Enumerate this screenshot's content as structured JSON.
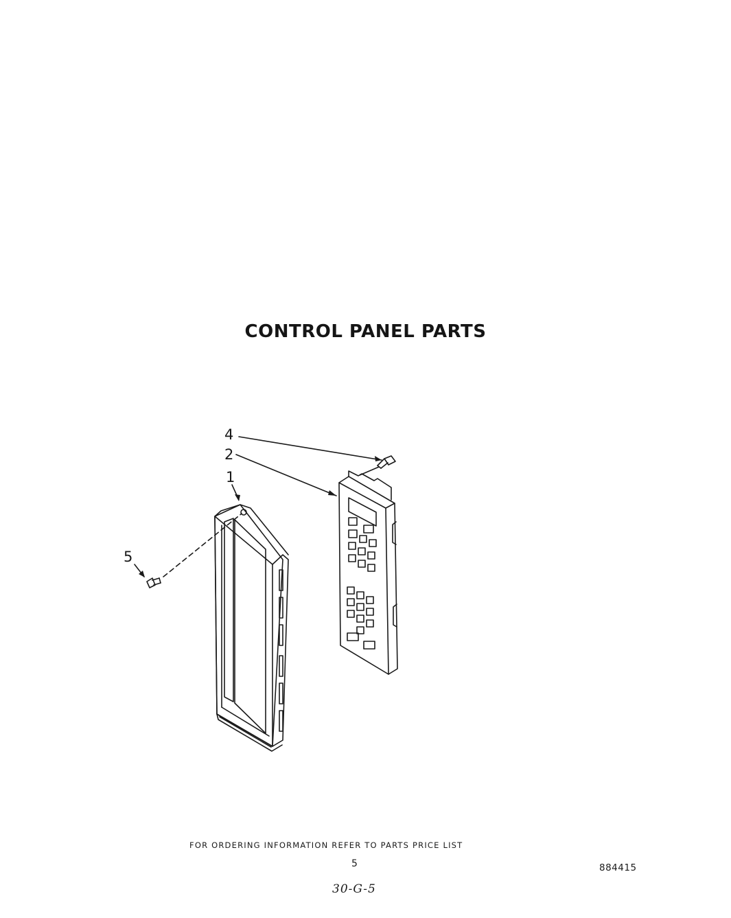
{
  "title": "CONTROL PANEL PARTS",
  "callouts": {
    "part_1": "1",
    "part_2": "2",
    "part_4": "4",
    "part_5": "5"
  },
  "footer": {
    "ordering_note": "FOR ORDERING INFORMATION REFER TO PARTS PRICE LIST",
    "page_number": "5",
    "doc_number": "884415",
    "handwritten_code": "30-G-5"
  }
}
